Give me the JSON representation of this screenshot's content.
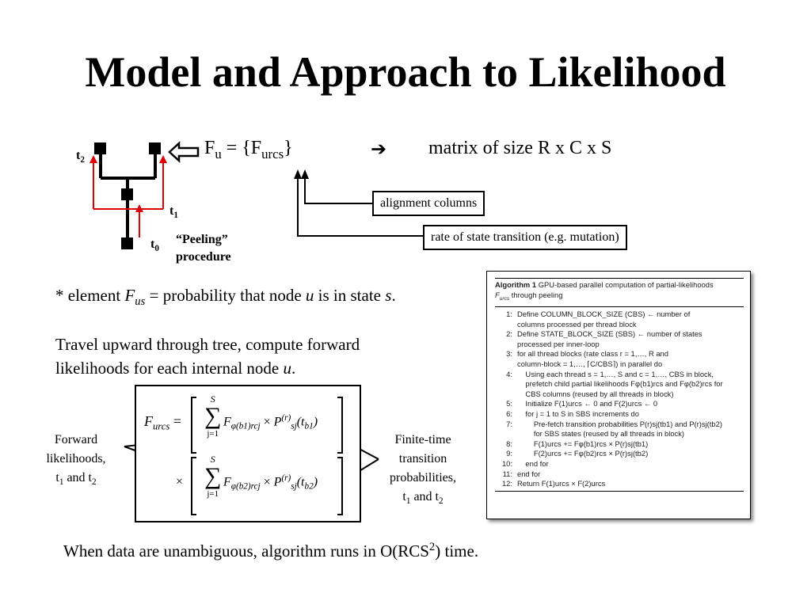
{
  "slide": {
    "title": "Model and Approach to Likelihood"
  },
  "tree": {
    "t2": "t",
    "t2_sub": "2",
    "t1": "t",
    "t1_sub": "1",
    "t0": "t",
    "t0_sub": "0",
    "peeling_line1": "“Peeling”",
    "peeling_line2": "procedure",
    "arrow_icon": "hollow-left-arrow-icon"
  },
  "definition": {
    "f_u": "F",
    "f_u_sub": "u",
    "equals_open": " = {F",
    "f_sub": "urcs",
    "close": "}",
    "arrow": "➔",
    "matrix_text": "matrix of size R x C x S"
  },
  "callouts": {
    "alignment": "alignment columns",
    "rate": "rate of state transition (e.g. mutation)"
  },
  "element_note": {
    "prefix": "* element ",
    "f": "F",
    "f_sub": "us",
    "middle": " = probability that node ",
    "u": "u",
    "after_u": " is in state ",
    "s": "s",
    "end": "."
  },
  "travel": {
    "line1": "Travel upward through tree, compute forward",
    "line2_pre": "likelihoods for each internal node ",
    "line2_u": "u",
    "line2_end": "."
  },
  "formula_labels": {
    "forward1": "Forward",
    "forward2": "likelihoods,",
    "forward3_t": "t",
    "forward3_s1": "1",
    "forward3_and": " and t",
    "forward3_s2": "2",
    "finite1": "Finite-time",
    "finite2": "transition",
    "finite3": "probabilities,",
    "finite4_t": "t",
    "finite4_s1": "1",
    "finite4_and": " and t",
    "finite4_s2": "2"
  },
  "algorithm": {
    "header_bold": "Algorithm 1",
    "header_text": " GPU-based parallel computation of partial-likelihoods",
    "header_line2": "F",
    "header_line2_sub": "urcs",
    "header_line2_rest": " through peeling",
    "lines": [
      {
        "n": "1:",
        "t": "Define COLUMN_BLOCK_SIZE (CBS) ← number of"
      },
      {
        "n": "",
        "t": "columns processed per thread block"
      },
      {
        "n": "2:",
        "t": "Define STATE_BLOCK_SIZE (SBS) ← number of states"
      },
      {
        "n": "",
        "t": "processed per inner-loop"
      },
      {
        "n": "3:",
        "t": "for all thread blocks (rate class r = 1,…, R and"
      },
      {
        "n": "",
        "t": "column-block = 1,…, ⌈C/CBS⌉) in parallel do"
      },
      {
        "n": "4:",
        "t": "    Using each thread s = 1,…, S and c = 1,…, CBS in block,"
      },
      {
        "n": "",
        "t": "    prefetch child partial likelihoods Fφ(b1)rcs and Fφ(b2)rcs for"
      },
      {
        "n": "",
        "t": "    CBS columns (reused by all threads in block)"
      },
      {
        "n": "5:",
        "t": "    Initialize F(1)urcs ← 0 and F(2)urcs ← 0"
      },
      {
        "n": "6:",
        "t": "    for j = 1 to S in SBS increments do"
      },
      {
        "n": "7:",
        "t": "        Pre-fetch transition probabilities P(r)sj(tb1) and P(r)sj(tb2)"
      },
      {
        "n": "",
        "t": "        for SBS states (reused by all threads in block)"
      },
      {
        "n": "8:",
        "t": "        F(1)urcs += Fφ(b1)rcs × P(r)sj(tb1)"
      },
      {
        "n": "9:",
        "t": "        F(2)urcs += Fφ(b2)rcs × P(r)sj(tb2)"
      },
      {
        "n": "10:",
        "t": "    end for"
      },
      {
        "n": "11:",
        "t": "end for"
      },
      {
        "n": "12:",
        "t": "Return F(1)urcs × F(2)urcs"
      }
    ]
  },
  "formula": {
    "lhs": "F",
    "lhs_sub": "urcs",
    "eq": "=",
    "sum_top": "S",
    "sum_bot": "j=1",
    "term1_f": "F",
    "term1_sub": "φ(b1)rcj",
    "times": "×",
    "p": "P",
    "p_sup": "(r)",
    "p_sub": "sj",
    "arg1": "(t",
    "arg1_sub": "b1",
    "arg_close": ")",
    "term2_sub": "φ(b2)rcj",
    "arg2_sub": "b2"
  },
  "footer": {
    "pre": "When data are unambiguous, algorithm runs in O(RCS",
    "sup": "2",
    "post": ") time."
  }
}
